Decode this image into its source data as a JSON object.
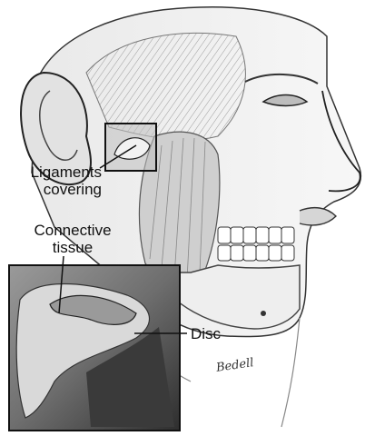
{
  "labels": {
    "ligaments_line1": "Ligaments",
    "ligaments_line2": "covering",
    "connective_line1": "Connective",
    "connective_line2": "tissue",
    "disc": "Disc"
  },
  "signature": "Bedell"
}
